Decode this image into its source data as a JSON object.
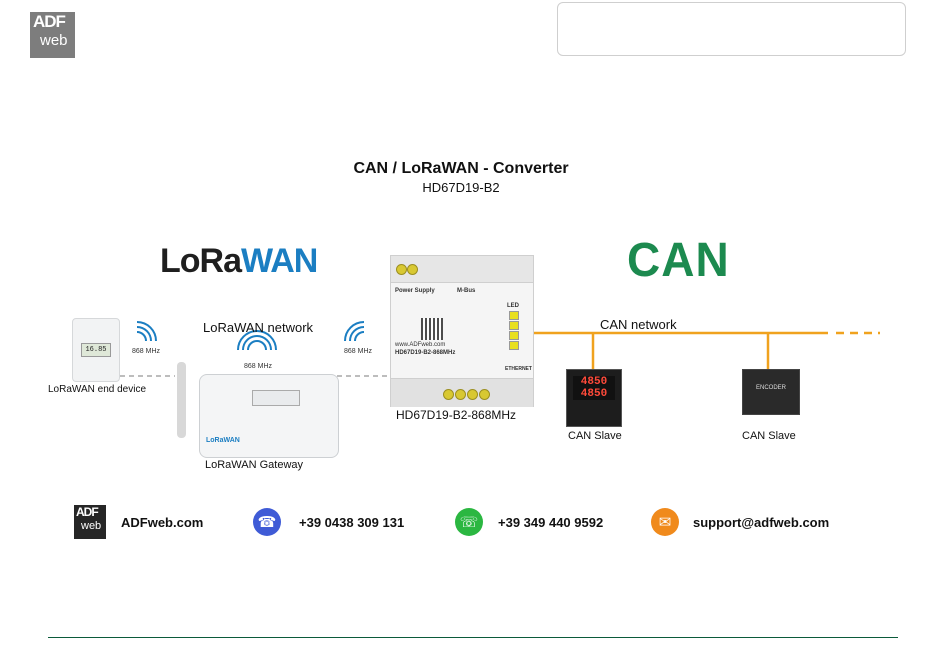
{
  "header": {
    "logo_top": "ADF",
    "logo_bottom": "web"
  },
  "diagram": {
    "title": "CAN / LoRaWAN - Converter",
    "subtitle": "HD67D19-B2",
    "lorawan_logo": {
      "part1": "LoRa",
      "part2": "WAN"
    },
    "can_logo": "CAN",
    "lorawan_network_label": "LoRaWAN network",
    "can_network_label": "CAN network",
    "freq_label": "868 MHz",
    "end_device": {
      "label": "LoRaWAN end device",
      "display": "16.85"
    },
    "gateway": {
      "label": "LoRaWAN Gateway",
      "brand": "LoRaWAN"
    },
    "converter": {
      "label": "HD67D19-B2-868MHz",
      "power_label": "Power Supply",
      "mbus_label": "M-Bus",
      "led_label": "LED",
      "ethernet_label": "ETHERNET",
      "model_text": "HD67D19-B2-868MHz",
      "web_text": "www.ADFweb.com"
    },
    "can_slave_1": {
      "label": "CAN Slave",
      "display_top": "4850",
      "display_bottom": "4850"
    },
    "can_slave_2": {
      "label": "CAN Slave",
      "device_text": "ENCODER"
    }
  },
  "contacts": {
    "website": "ADFweb.com",
    "phone": "+39 0438 309 131",
    "whatsapp": "+39 349 440 9592",
    "email": "support@adfweb.com",
    "phone_icon_color": "#3f5bd6",
    "whatsapp_icon_color": "#2bb741",
    "email_icon_color": "#f08a1c"
  },
  "colors": {
    "can_line": "#f0a21e",
    "can_logo": "#1c8a4f",
    "lora_wan": "#1b7ec2",
    "footer_rule": "#0b5a3a"
  }
}
